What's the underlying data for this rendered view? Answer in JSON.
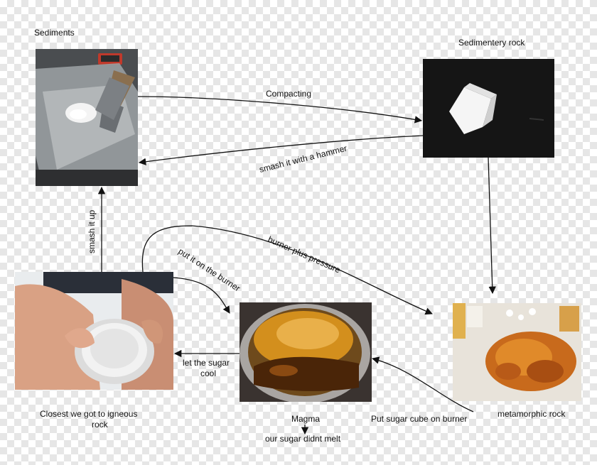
{
  "nodes": {
    "sediments": {
      "label": "Sediments"
    },
    "sedimentary": {
      "label": "Sedimentery rock"
    },
    "igneous": {
      "label_line1": "Closest we got to igneous",
      "label_line2": "rock"
    },
    "magma": {
      "label": "Magma",
      "note": "our sugar didnt melt"
    },
    "metamorphic": {
      "label": "metamorphic rock"
    }
  },
  "edges": {
    "compacting": "Compacting",
    "smash_hammer": "smash it with a hammer",
    "smash_up": "smash it up",
    "burner": "put it on the burner",
    "burner_pressure": "burner plus pressure",
    "cool_line1": "let the sugar",
    "cool_line2": "cool",
    "cube_burner": "Put sugar cube on burner"
  }
}
